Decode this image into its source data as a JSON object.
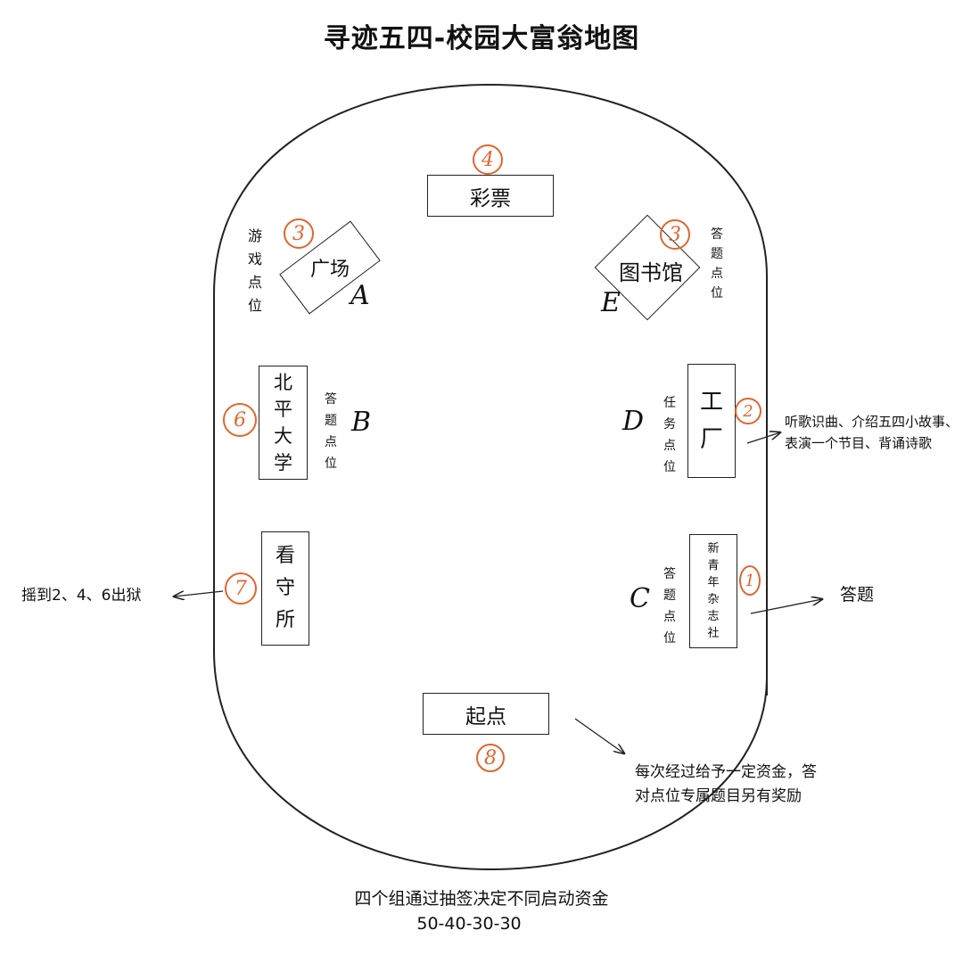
{
  "title": "寻迹五四-校园大富翁地图",
  "stations": {
    "lottery": "彩票",
    "plaza": "广场",
    "library": "图书馆",
    "peking_univ": [
      "北",
      "平",
      "大",
      "学"
    ],
    "factory": [
      "工",
      "厂"
    ],
    "detention": [
      "看",
      "守",
      "所"
    ],
    "magazine": [
      "新",
      "青",
      "年",
      "杂",
      "志",
      "社"
    ],
    "start": "起点"
  },
  "side_labels": {
    "game_point": [
      "游",
      "戏",
      "点",
      "位"
    ],
    "quiz_point_e": [
      "答",
      "题",
      "点",
      "位"
    ],
    "quiz_point_b": [
      "答",
      "题",
      "点",
      "位"
    ],
    "task_point": [
      "任",
      "务",
      "点",
      "位"
    ],
    "quiz_point_c": [
      "答",
      "题",
      "点",
      "位"
    ]
  },
  "letters": {
    "a": "A",
    "b": "B",
    "c": "C",
    "d": "D",
    "e": "E"
  },
  "numbers": {
    "n1": "1",
    "n2": "2",
    "n3a": "3",
    "n3b": "3",
    "n4": "4",
    "n6": "6",
    "n7": "7",
    "n8": "8"
  },
  "notes": {
    "factory_task_line1": "听歌识曲、介绍五四小故事、",
    "factory_task_line2": "表演一个节目、背诵诗歌",
    "magazine_note": "答题",
    "jail_note": "摇到2、4、6出狱",
    "start_note_line1": "每次经过给予一定资金，答",
    "start_note_line2": "对点位专属题目另有奖励"
  },
  "footer": {
    "line1": "四个组通过抽签决定不同启动资金",
    "line2": "50-40-30-30"
  },
  "colors": {
    "accent": "#e2652e",
    "ink": "#222222"
  }
}
